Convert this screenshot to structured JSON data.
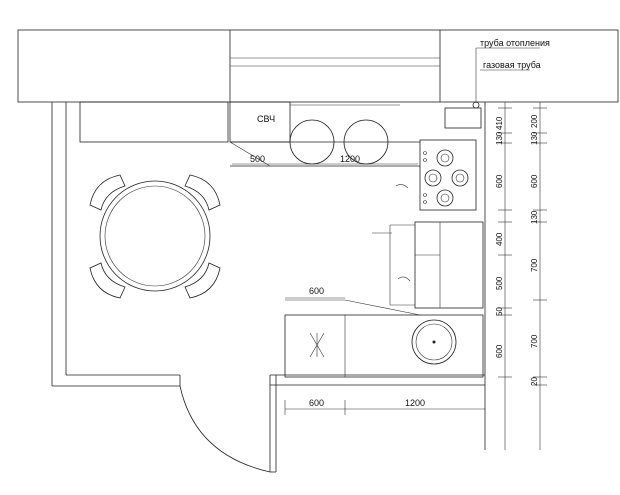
{
  "labels": {
    "heating_pipe": "труба отопления",
    "gas_pipe": "газовая труба",
    "microwave": "СВЧ"
  },
  "dimensions": {
    "top_500": "500",
    "top_1200": "1200",
    "mid_600": "600",
    "bottom_600": "600",
    "bottom_1200": "1200",
    "v_inner_410": "410",
    "v_inner_130a": "130",
    "v_inner_600": "600",
    "v_inner_400": "400",
    "v_inner_500": "500",
    "v_inner_50": "50",
    "v_inner_600b": "600",
    "v_outer_200": "200",
    "v_outer_130a": "130",
    "v_outer_600": "600",
    "v_outer_130b": "130",
    "v_outer_700a": "700",
    "v_outer_700b": "700",
    "v_outer_20": "20"
  }
}
